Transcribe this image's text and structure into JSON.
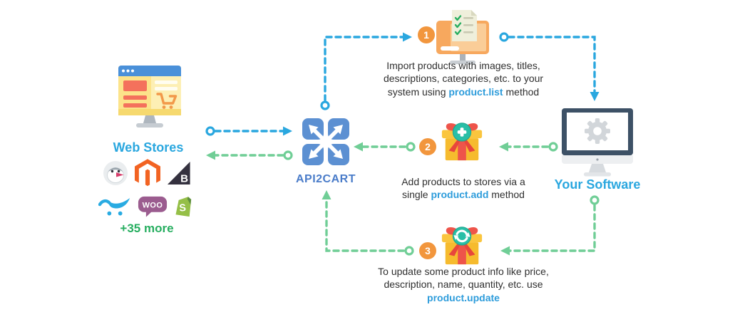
{
  "title": "API2Cart product methods integration diagram",
  "colors": {
    "blue_arrow": "#2AA7DF",
    "green_arrow": "#70CE96",
    "badge_orange": "#F2963D",
    "label_blue": "#2AA7DF",
    "api2cart_blue": "#4A7CC9",
    "method_blue": "#2D9CDB",
    "caption_text": "#2F2F2F",
    "more_green": "#27AE60"
  },
  "web_stores": {
    "label": "Web Stores",
    "more_label": "+35 more",
    "platform_icons": [
      "prestashop-icon",
      "magento-icon",
      "bigcommerce-icon",
      "opencart-icon",
      "woocommerce-icon",
      "shopify-icon"
    ],
    "woocommerce_text": "WOO",
    "bigcommerce_letter": "B",
    "shopify_letter": "S"
  },
  "api2cart": {
    "label": "API2CART",
    "icon": "api2cart-expand-arrows-logo"
  },
  "your_software": {
    "label": "Your Software",
    "icon": "computer-gear-icon"
  },
  "steps": [
    {
      "number": "1",
      "icon": "import-products-monitor-checklist-icon",
      "text_before": "Import products with images, titles, descriptions, categories, etc. to your system using ",
      "method": "product.list",
      "text_after": " method"
    },
    {
      "number": "2",
      "icon": "add-product-gift-plus-icon",
      "text_before": "Add products to stores via a single ",
      "method": "product.add",
      "text_after": " method"
    },
    {
      "number": "3",
      "icon": "update-product-gift-refresh-icon",
      "text_before": "To update some product info like price, description, name, quantity, etc. use ",
      "method": "product.update",
      "text_after": ""
    }
  ]
}
